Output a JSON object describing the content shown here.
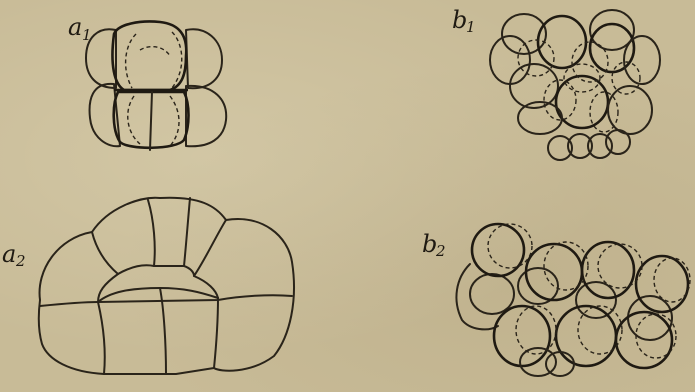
{
  "labels": {
    "a1": {
      "letter": "a",
      "sub": "1"
    },
    "b1": {
      "letter": "b",
      "sub": "1"
    },
    "a2": {
      "letter": "a",
      "sub": "2"
    },
    "b2": {
      "letter": "b",
      "sub": "2"
    }
  },
  "colors": {
    "paper": "#c8bb97",
    "ink": "#1f1a12"
  }
}
